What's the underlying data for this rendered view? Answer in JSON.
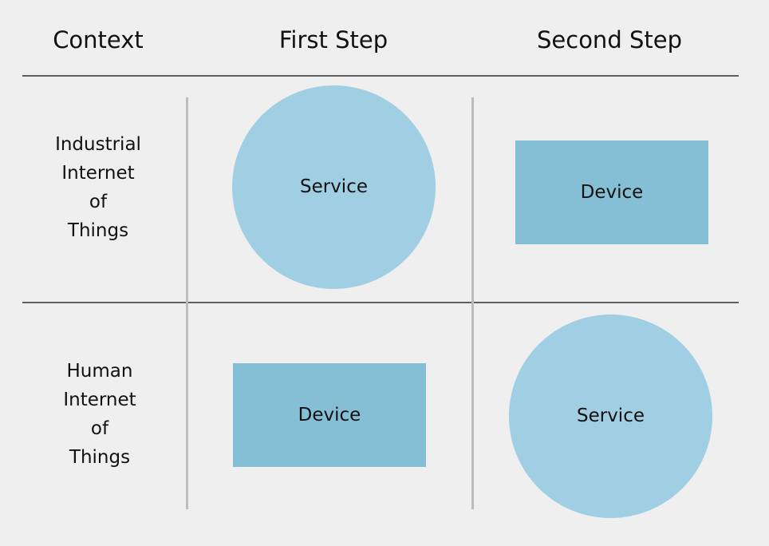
{
  "headers": {
    "context": "Context",
    "first_step": "First Step",
    "second_step": "Second Step"
  },
  "rows": [
    {
      "context_lines": [
        "Industrial",
        "Internet",
        "of",
        "Things"
      ],
      "first_step": {
        "shape": "circle",
        "label": "Service"
      },
      "second_step": {
        "shape": "rectangle",
        "label": "Device"
      }
    },
    {
      "context_lines": [
        "Human",
        "Internet",
        "of",
        "Things"
      ],
      "first_step": {
        "shape": "rectangle",
        "label": "Device"
      },
      "second_step": {
        "shape": "circle",
        "label": "Service"
      }
    }
  ],
  "colors": {
    "background": "#efefef",
    "circle_fill": "#a0cee2",
    "rectangle_fill": "#85bfd6",
    "divider_horizontal": "#5e5e5e",
    "divider_vertical": "#bcbcbc"
  }
}
